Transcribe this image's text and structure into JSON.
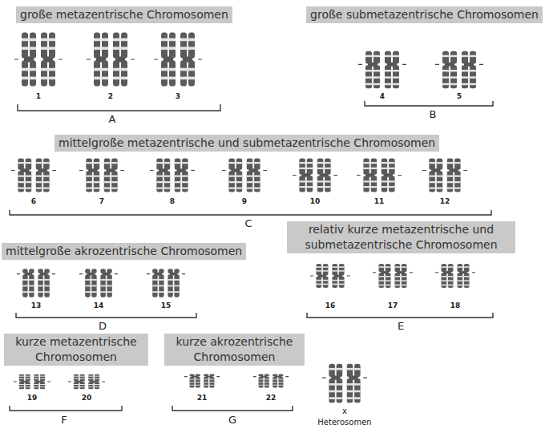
{
  "diagram": {
    "nodes": [
      {
        "text": [
          "große metazentrische Chromosomen"
        ]
      },
      {
        "text": [
          "große submetazentrische Chromosomen"
        ]
      },
      {
        "text": [
          "mittelgroße metazentrische und submetazentrische Chromosomen"
        ]
      },
      {
        "text": [
          "mittelgroße akrozentrische Chromosomen"
        ]
      },
      {
        "text": [
          "relativ kurze metazentrische und submetazentrische Chromosomen"
        ]
      },
      {
        "text": [
          "kurze metazentrische Chromosomen"
        ]
      },
      {
        "text": [
          "kurze akrozentrische Chromosomen"
        ]
      }
    ],
    "labels": [
      "1",
      "2",
      "3",
      "A",
      "4",
      "5",
      "B",
      "6",
      "7",
      "8",
      "9",
      "10",
      "11",
      "12",
      "C",
      "13",
      "14",
      "15",
      "D",
      "16",
      "17",
      "18",
      "E",
      "19",
      "20",
      "F",
      "21",
      "22",
      "G",
      "x",
      "Heterosomen"
    ]
  }
}
